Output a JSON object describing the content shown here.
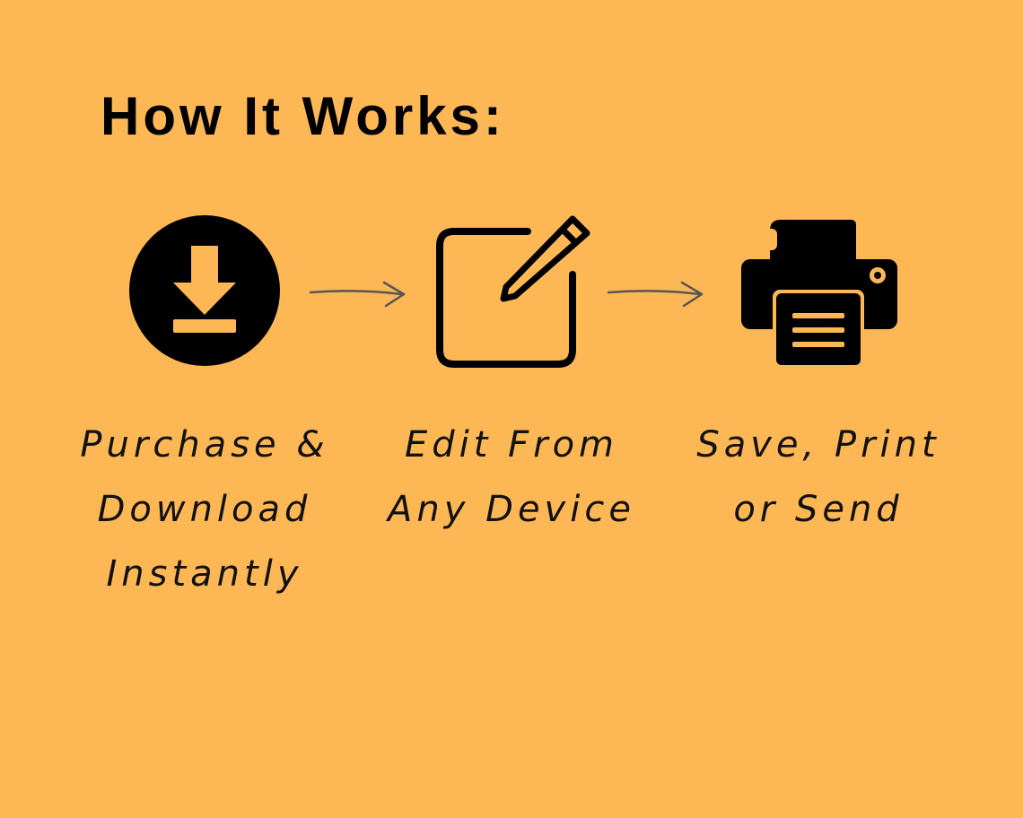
{
  "title": "How It Works:",
  "colors": {
    "background": "#FDB855",
    "ink": "#000000",
    "arrow": "#555555"
  },
  "steps": [
    {
      "icon": "download-icon",
      "label_lines": [
        "Purchase &",
        "Download",
        "Instantly"
      ]
    },
    {
      "icon": "edit-icon",
      "label_lines": [
        "Edit From",
        "Any Device"
      ]
    },
    {
      "icon": "printer-icon",
      "label_lines": [
        "Save, Print",
        "or Send"
      ]
    }
  ],
  "connectors": [
    "arrow-right-icon",
    "arrow-right-icon"
  ]
}
